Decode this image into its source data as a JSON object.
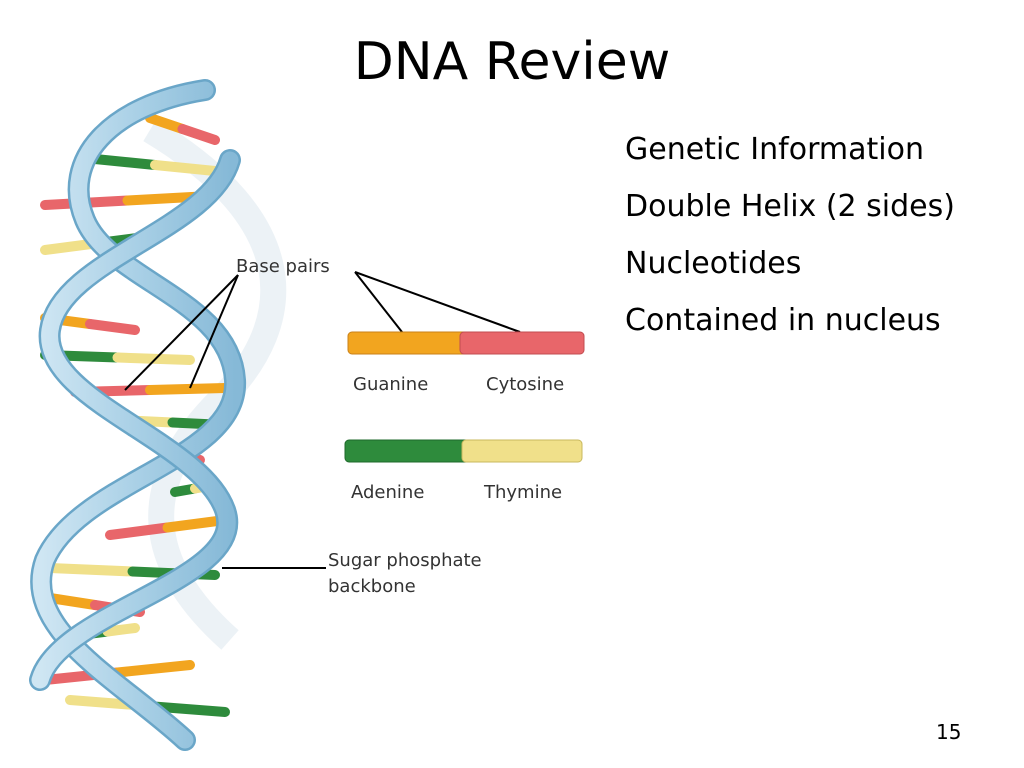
{
  "slide": {
    "title": "DNA Review",
    "bullets": [
      "Genetic Information",
      "Double Helix (2 sides)",
      "Nucleotides",
      "Contained in nucleus"
    ],
    "page_number": "15"
  },
  "diagram": {
    "labels": {
      "base_pairs": "Base pairs",
      "guanine": "Guanine",
      "cytosine": "Cytosine",
      "adenine": "Adenine",
      "thymine": "Thymine",
      "backbone_line1": "Sugar phosphate",
      "backbone_line2": "backbone"
    },
    "colors": {
      "guanine": "#f2a51f",
      "cytosine": "#e8666a",
      "adenine": "#2e8b3c",
      "thymine": "#f0e08a",
      "backbone": "#a9d0e6",
      "backbone_edge": "#6aa6c8"
    }
  }
}
